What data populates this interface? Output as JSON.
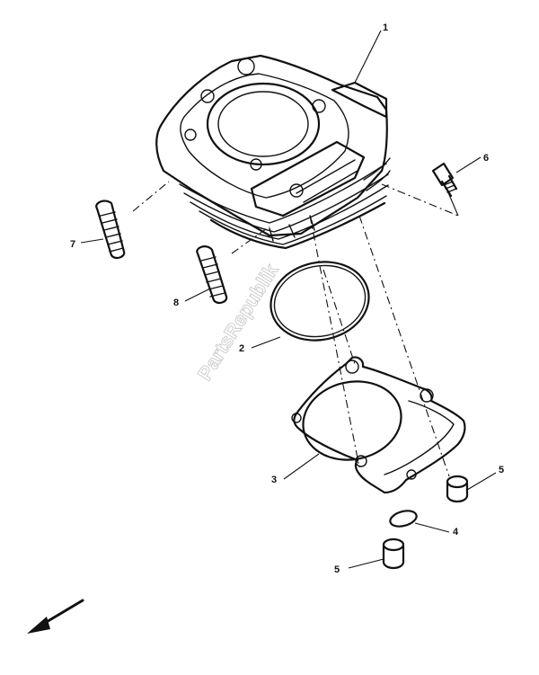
{
  "watermark": "PartsRepublik",
  "callouts": [
    "1",
    "2",
    "3",
    "4",
    "5",
    "5",
    "6",
    "7",
    "8"
  ]
}
